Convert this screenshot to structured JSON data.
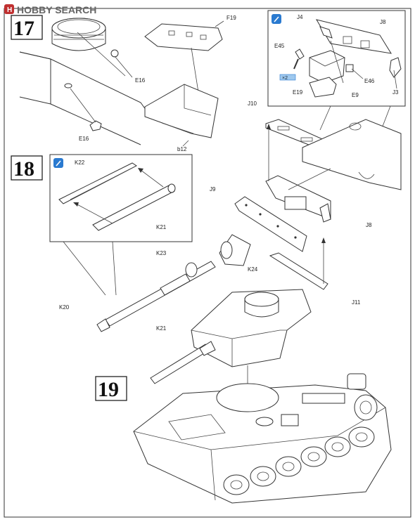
{
  "watermark": {
    "brand": "HOBBY SEARCH"
  },
  "steps": [
    {
      "number": "17"
    },
    {
      "number": "18"
    },
    {
      "number": "19"
    }
  ],
  "parts": {
    "F19": "F19",
    "E16a": "E16",
    "E16b": "E16",
    "b12": "b12",
    "J4": "J4",
    "J8a": "J8",
    "E45": "E45",
    "E46": "E46",
    "E19": "E19",
    "E9": "E9",
    "J3": "J3",
    "J10": "J10",
    "J9": "J9",
    "J8b": "J8",
    "J11": "J11",
    "K22": "K22",
    "K21a": "K21",
    "K23": "K23",
    "K24": "K24",
    "K20": "K20",
    "K21b": "K21"
  },
  "callout_tag": "×2"
}
